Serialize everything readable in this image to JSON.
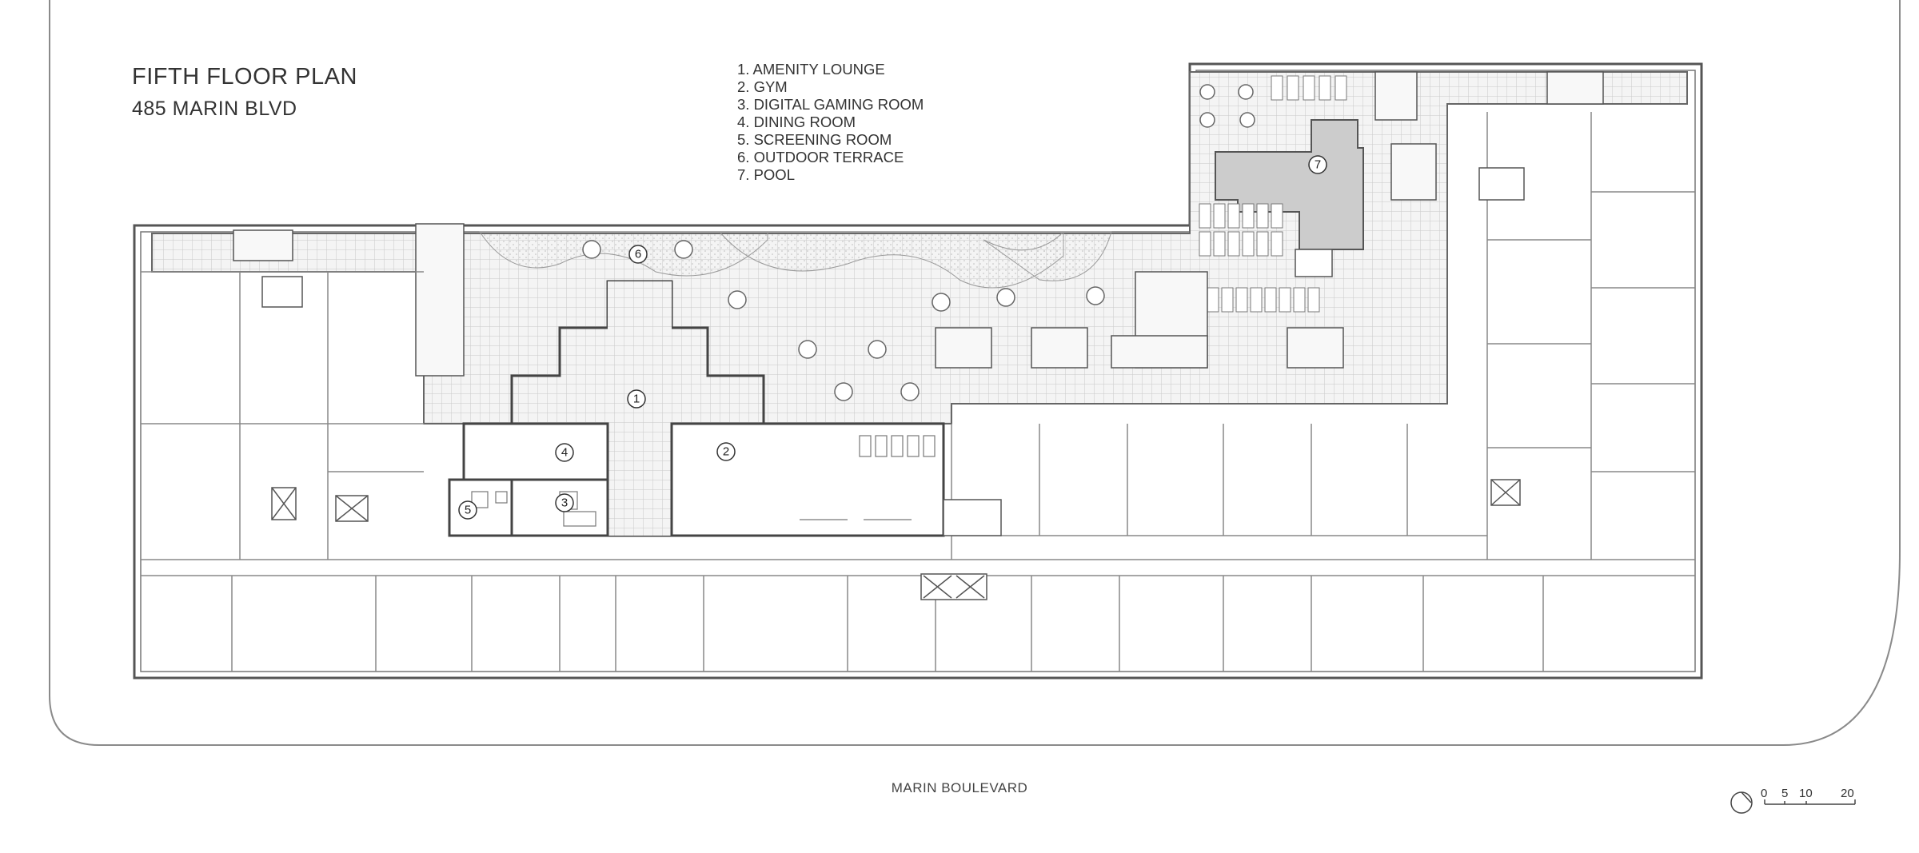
{
  "plan": {
    "title": "FIFTH FLOOR PLAN",
    "address": "485 MARIN BLVD"
  },
  "legend": [
    "1.  AMENITY LOUNGE",
    "2. GYM",
    "3. DIGITAL GAMING ROOM",
    "4. DINING ROOM",
    "5. SCREENING ROOM",
    "6. OUTDOOR TERRACE",
    "7.  POOL"
  ],
  "room_markers": [
    "1",
    "2",
    "3",
    "4",
    "5",
    "6",
    "7"
  ],
  "street_label": "MARIN BOULEVARD",
  "scale_bar": {
    "ticks": [
      "0",
      "5",
      "10",
      "20"
    ]
  },
  "colors": {
    "line": "#555555",
    "pool": "#cccccc",
    "paving": "#e6e6e6"
  }
}
